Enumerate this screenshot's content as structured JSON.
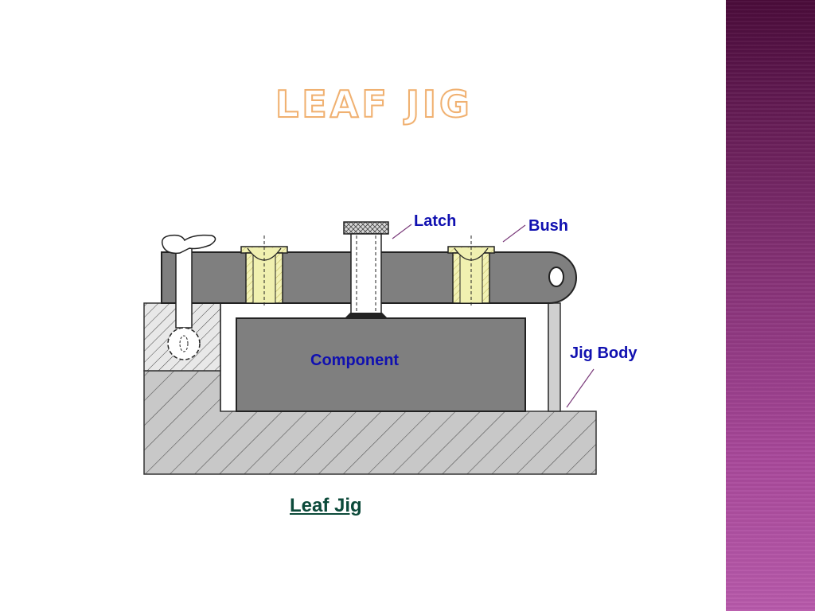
{
  "slide": {
    "title": "LEAF JIG",
    "caption": "Leaf Jig"
  },
  "diagram": {
    "labels": {
      "latch": "Latch",
      "bush": "Bush",
      "component": "Component",
      "jig_body": "Jig Body"
    }
  },
  "colors": {
    "accent_bar": "#7a2a6a",
    "title_outline": "#f0b070",
    "label_text": "#1010b0",
    "caption_text": "#0c4a3a",
    "steel": "#808080",
    "bush": "#f0f0b0"
  }
}
